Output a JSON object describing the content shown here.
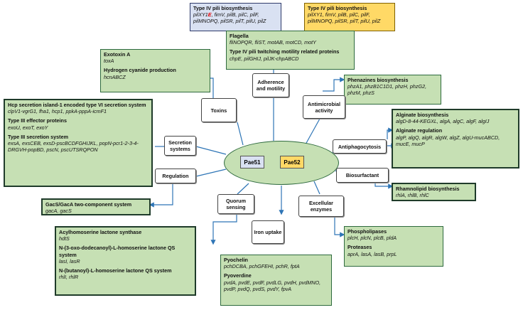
{
  "center": {
    "left": "Pae51",
    "right": "Pae52"
  },
  "categories": {
    "adherence": "Adherence and motility",
    "toxins": "Toxins",
    "antimicrobial": "Antimicrobial activity",
    "secretion": "Secretion systems",
    "antiphagocytosis": "Antiphagocytosis",
    "regulation": "Regulation",
    "biosurfactant": "Biosurfactant",
    "quorum": "Quorum sensing",
    "iron": "Iron uptake",
    "excellular": "Excellular enzymes"
  },
  "boxes": {
    "t4p_blue": {
      "title": "Type IV pili biosynthesis",
      "genes_prefix": "pilXY1",
      "genes_red": "E",
      "genes_rest": ", fimV, pilB, pilC, pilF, pilMNOPQ, pilSR, pilT, pilU, pilZ"
    },
    "t4p_yellow": {
      "title": "Type IV pili biosynthesis",
      "genes": "pilXY1, fimV, pilB, pilC, pilF, pilMNOPQ, pilSR, pilT, pilU, pilZ"
    },
    "flagella": {
      "title": "Flagella",
      "genes": "fliNOPQR, fliST, motAB, motCD, motY",
      "title2": "Type IV pili twitching motility related proteins",
      "genes2": "chpE, pilGHIJ, pilJK-chpABCD"
    },
    "exotoxin": {
      "title": "Exotoxin A",
      "genes": "toxA",
      "title2": "Hydrogen cyanide production",
      "genes2": "hcnABCZ"
    },
    "phenazines": {
      "title": "Phenazines biosynthesis",
      "genes": "phzA1, phzB1C1D1, phzH, phzG2, phzM, phzS"
    },
    "hcp": {
      "title": "Hcp secretion island-1 encoded type VI secretion system",
      "genes": "clpV1-vgrG1, fha1, hcp1, ppkA-pppA-icmF1",
      "title2": "Type III effector proteins",
      "genes2": "exoU, exoT, exoY",
      "title3": "Type III secretion system",
      "genes3": "exsA, exsCEB, exsD-pscBCDFGHIJKL, popN-pcr1-2-3-4-DRGVH-popBD, pscN, pscUTSRQPON"
    },
    "alginate": {
      "title": "Alginate biosynthesis",
      "genes": "algD-8-44-KEGXL, algA, algC, algF, algIJ",
      "title2": "Alginate regulation",
      "genes2": "algP, algQ, algR, algW, algZ, algU-mucABCD, mucE, mucP"
    },
    "gacs": {
      "title": "GacS/GacA two-component system",
      "genes": "gacA, gacS"
    },
    "rhamnolipid": {
      "title": "Rhamnolipid biosynthesis",
      "genes": "rhlA, rhlB, rhlC"
    },
    "acyl": {
      "title": "Acylhomoserine lactone synthase",
      "genes": "hdtS",
      "title2": "N-(3-oxo-dodecanoyl)-L-homoserine lactone QS system",
      "genes2": "lasI, lasR",
      "title3": "N-(butanoyl)-L-homoserine lactone QS system",
      "genes3": "rhlI, rhlR"
    },
    "phospho": {
      "title": "Phospholipases",
      "genes": "plcH, plcN, plcB, pldA",
      "title2": "Proteases",
      "genes2": "aprA, lasA, lasB, prpL"
    },
    "pyochelin": {
      "title": "Pyochelin",
      "genes": "pchDCBA, pchGFEHI, pchR, fptA",
      "title2": "Pyoverdine",
      "genes2": "pvdA, pvdE, pvdF, pvdLG, pvdH, pvdMNO, pvdP, pvdQ, pvdS, pvdY, fpvA"
    }
  },
  "colors": {
    "green_fill": "#c6e0b4",
    "blue_fill": "#d9e1f2",
    "yellow_fill": "#ffd966",
    "connector": "#2e75b6"
  }
}
